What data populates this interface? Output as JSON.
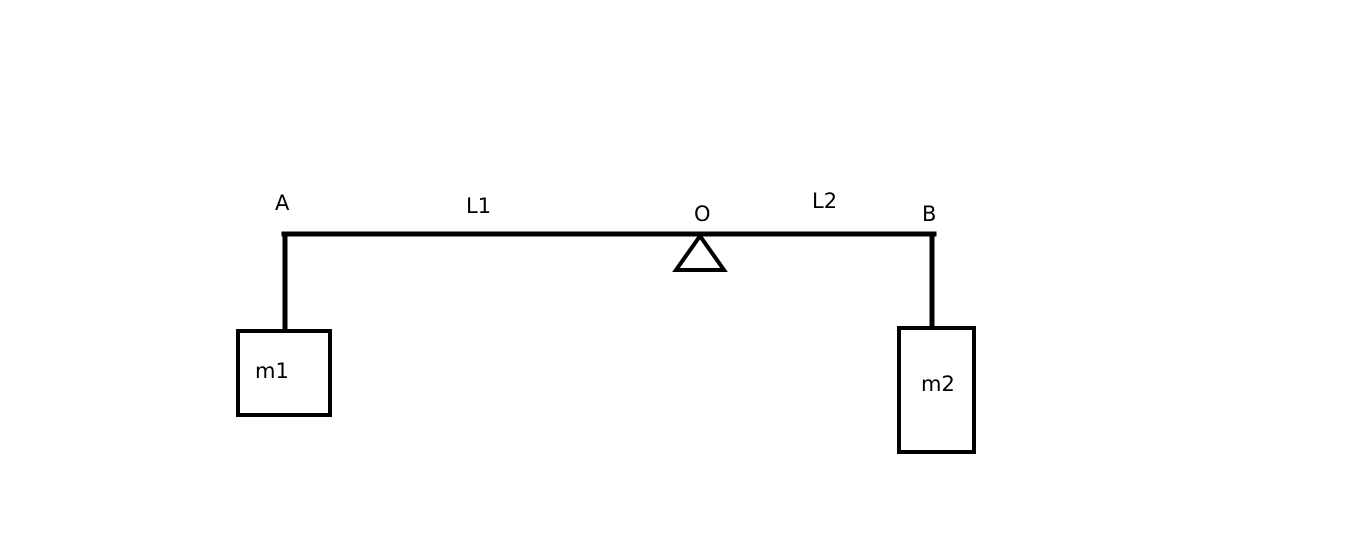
{
  "diagram": {
    "labels": {
      "point_a": "A",
      "point_b": "B",
      "pivot": "O",
      "length_left": "L1",
      "length_right": "L2",
      "mass_left": "m1",
      "mass_right": "m2"
    },
    "colors": {
      "stroke": "#000000",
      "background": "#ffffff"
    }
  }
}
